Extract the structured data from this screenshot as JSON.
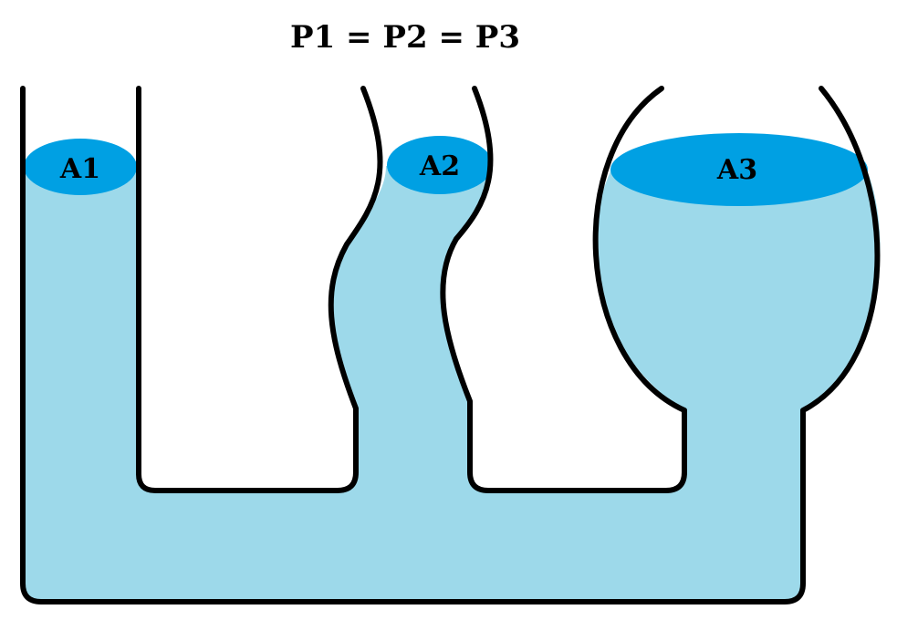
{
  "equation": {
    "text": "P1 = P2 = P3"
  },
  "surfaces": [
    {
      "id": "A1",
      "label": "A1"
    },
    {
      "id": "A2",
      "label": "A2"
    },
    {
      "id": "A3",
      "label": "A3"
    }
  ],
  "colors": {
    "liquid": "#9dd9ea",
    "surface": "#00a0e3",
    "wall": "#000000",
    "background": "#ffffff"
  }
}
